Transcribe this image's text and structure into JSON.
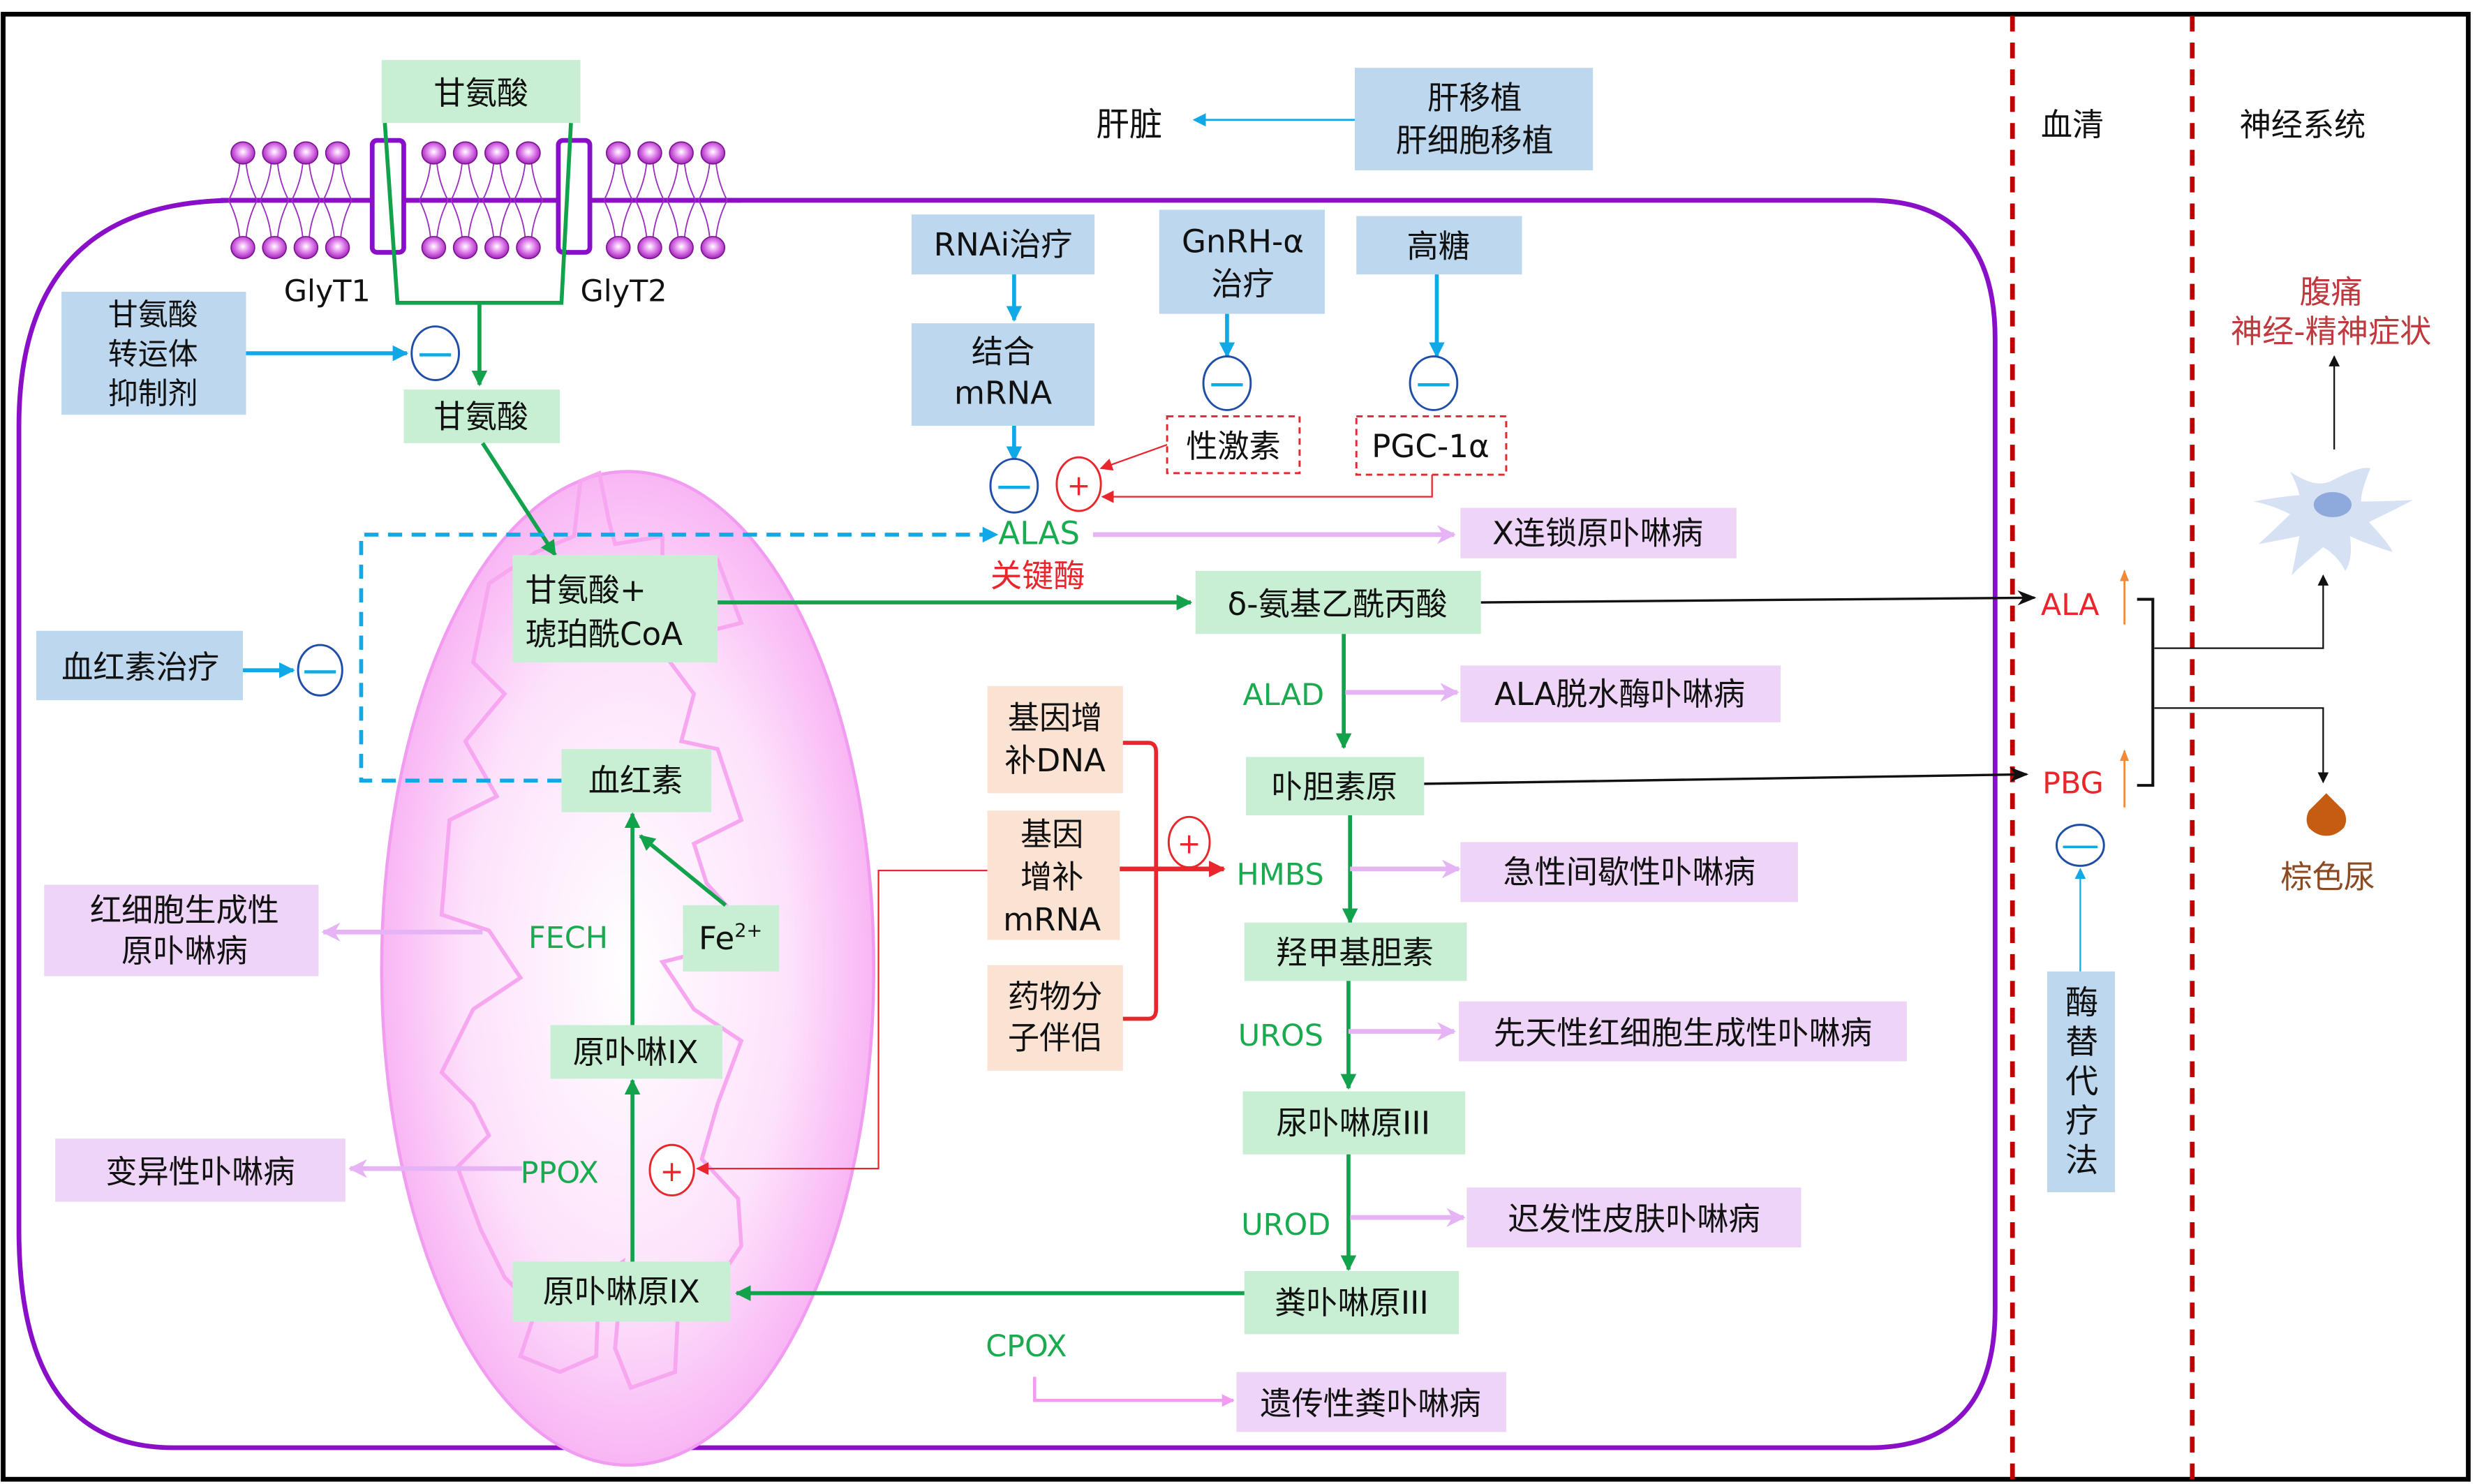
{
  "colors": {
    "frame": "#000000",
    "cell_membrane": "#8a0fc8",
    "mitochondria": "#f7b0f2",
    "pathway_arrow": "#12a24c",
    "therapy_arrow": "#10a8e6",
    "disease_arrow": "#e6b3f5",
    "activate": "#e8262b",
    "compartment_divider": "#c00000",
    "inhibit_circle": "#1f4ea8",
    "therapy_box": "#bcd7ee",
    "metabolite_box": "#c8efd3",
    "disease_box": "#eed4f7",
    "gene_therapy_box": "#fbe3d4",
    "elevated_arrow": "#ef8a3a",
    "urine_drop": "#c45c12"
  },
  "compartments": {
    "liver": "肝脏",
    "serum": "血清",
    "nervous_system": "神经系统"
  },
  "membrane": {
    "transporter1": "GlyT1",
    "transporter2": "GlyT2"
  },
  "metabolites": {
    "glycine_outside": "甘氨酸",
    "glycine_inside": "甘氨酸",
    "glycine_succinyl_line1": "甘氨酸+",
    "glycine_succinyl_line2": "琥珀酰CoA",
    "ala": "δ-氨基乙酰丙酸",
    "pbg": "卟胆素原",
    "hmb": "羟甲基胆素",
    "uro3": "尿卟啉原III",
    "copro3": "粪卟啉原III",
    "protoporphyrinogen": "原卟啉原IX",
    "protoporphyrin": "原卟啉IX",
    "heme": "血红素",
    "iron_base": "Fe",
    "iron_charge": "2+"
  },
  "enzymes": {
    "alas": "ALAS",
    "alas_note": "关键酶",
    "alad": "ALAD",
    "hmbs": "HMBS",
    "uros": "UROS",
    "urod": "UROD",
    "cpox": "CPOX",
    "ppox": "PPOX",
    "fech": "FECH"
  },
  "diseases": {
    "xlpp": "X连锁原卟啉病",
    "adp": "ALA脱水酶卟啉病",
    "aip": "急性间歇性卟啉病",
    "cep": "先天性红细胞生成性卟啉病",
    "pct": "迟发性皮肤卟啉病",
    "hcp": "遗传性粪卟啉病",
    "vp": "变异性卟啉病",
    "epp_line1": "红细胞生成性",
    "epp_line2": "原卟啉病"
  },
  "therapies": {
    "liver_transplant_line1": "肝移植",
    "liver_transplant_line2": "肝细胞移植",
    "rnai": "RNAi治疗",
    "bind_mrna_line1": "结合",
    "bind_mrna_line2": "mRNA",
    "gnrh_line1": "GnRH-α",
    "gnrh_line2": "治疗",
    "high_sugar": "高糖",
    "glyt_inhibitor_line1": "甘氨酸",
    "glyt_inhibitor_line2": "转运体",
    "glyt_inhibitor_line3": "抑制剂",
    "heme_therapy": "血红素治疗",
    "enzyme_replacement": [
      "酶",
      "替",
      "代",
      "疗",
      "法"
    ]
  },
  "regulators": {
    "sex_hormone": "性激素",
    "pgc1a": "PGC-1α"
  },
  "gene_therapies": {
    "dna_line1": "基因增",
    "dna_line2": "补DNA",
    "mrna_line1": "基因",
    "mrna_line2": "增补",
    "mrna_line3": "mRNA",
    "chaperone_line1": "药物分",
    "chaperone_line2": "子伴侣"
  },
  "serum_markers": {
    "ala": "ALA",
    "pbg": "PBG"
  },
  "symptoms": {
    "pain_line1": "腹痛",
    "pain_line2": "神经-精神症状",
    "urine": "棕色尿"
  },
  "signs": {
    "inhibit": "—",
    "activate": "+"
  }
}
